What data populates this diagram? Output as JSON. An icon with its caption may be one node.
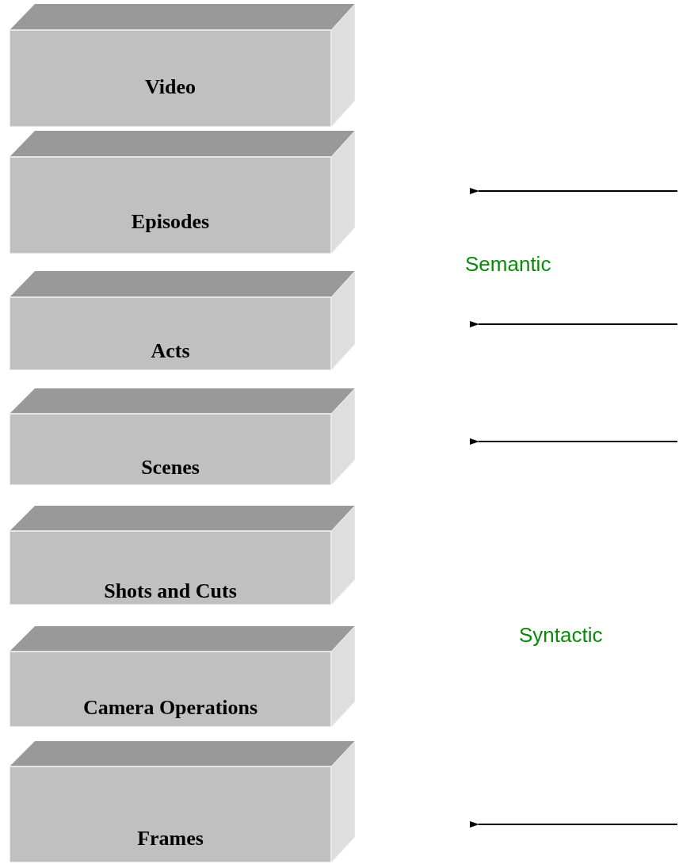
{
  "diagram": {
    "nodes": [
      {
        "text": [
          "Video"
        ]
      },
      {
        "text": [
          "Episodes"
        ]
      },
      {
        "text": [
          "Acts"
        ]
      },
      {
        "text": [
          "Scenes"
        ]
      },
      {
        "text": [
          "Shots and Cuts"
        ]
      },
      {
        "text": [
          "Camera Operations"
        ]
      },
      {
        "text": [
          "Frames"
        ]
      }
    ],
    "labels": [
      "Semantic",
      "Syntactic"
    ]
  }
}
